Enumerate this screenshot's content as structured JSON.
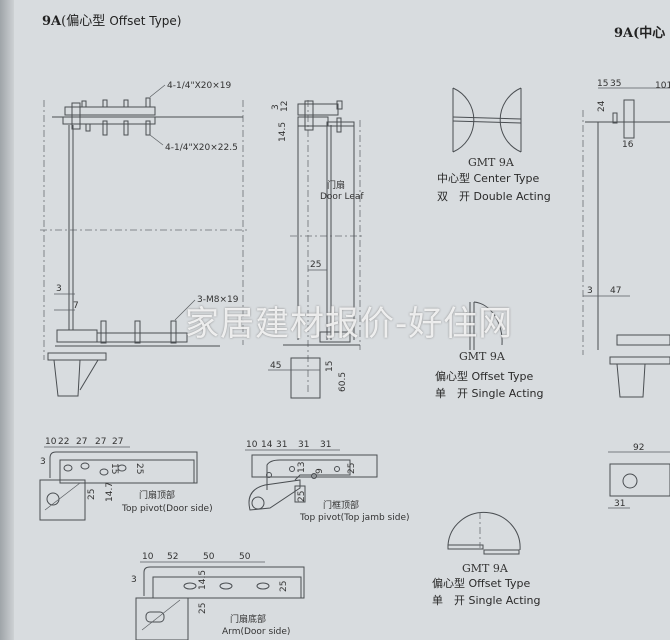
{
  "header": {
    "model": "9A",
    "type_cn": "(偏心型",
    "type_en": "Offset Type)"
  },
  "header_right": {
    "text": "9A(中心"
  },
  "front_view": {
    "callout_top": "4-1/4\"X20×19",
    "callout_mid": "4-1/4\"X20×22.5",
    "callout_bottom": "3-M8×19",
    "dims": [
      "3",
      "7"
    ]
  },
  "side_view": {
    "dims_top": [
      "3",
      "12",
      "14.5"
    ],
    "leaf_cn": "门扇",
    "leaf_en": "Door Leaf",
    "dim_mid": "25",
    "dims_bottom": [
      "45",
      "15",
      "60.5"
    ]
  },
  "legend": [
    {
      "model": "GMT 9A",
      "type": "中心型 Center Type",
      "action": "双　开 Double Acting"
    },
    {
      "model": "GMT 9A",
      "type": "偏心型 Offset Type",
      "action": "单　开 Single Acting"
    },
    {
      "model": "GMT 9A",
      "type": "偏心型 Offset Type",
      "action": "单　开 Single Acting"
    }
  ],
  "right_partial": {
    "dims_top": [
      "15",
      "35",
      "101"
    ],
    "dim_side": "24",
    "dim_small": "16",
    "dims_mid": [
      "3",
      "47"
    ],
    "dim_92": "92",
    "dim_31": "31"
  },
  "detail_top_pivot_door": {
    "title_cn": "门扇顶部",
    "title_en": "Top pivot(Door side)",
    "dims_top": [
      "10",
      "22",
      "27",
      "27",
      "27"
    ],
    "dims_other": [
      "3",
      "15",
      "25",
      "25",
      "14.7"
    ]
  },
  "detail_top_pivot_jamb": {
    "title_cn": "门框顶部",
    "title_en": "Top pivot(Top jamb side)",
    "dims_top": [
      "10",
      "14",
      "31",
      "31",
      "31"
    ],
    "dims_other": [
      "13",
      "9",
      "25",
      "25"
    ]
  },
  "detail_arm": {
    "title_cn": "门扇底部",
    "title_en": "Arm(Door side)",
    "dims_top": [
      "10",
      "52",
      "50",
      "50"
    ],
    "dims_other": [
      "3",
      "14.5",
      "25",
      "25"
    ]
  },
  "watermark": "家居建材报价-好住网"
}
